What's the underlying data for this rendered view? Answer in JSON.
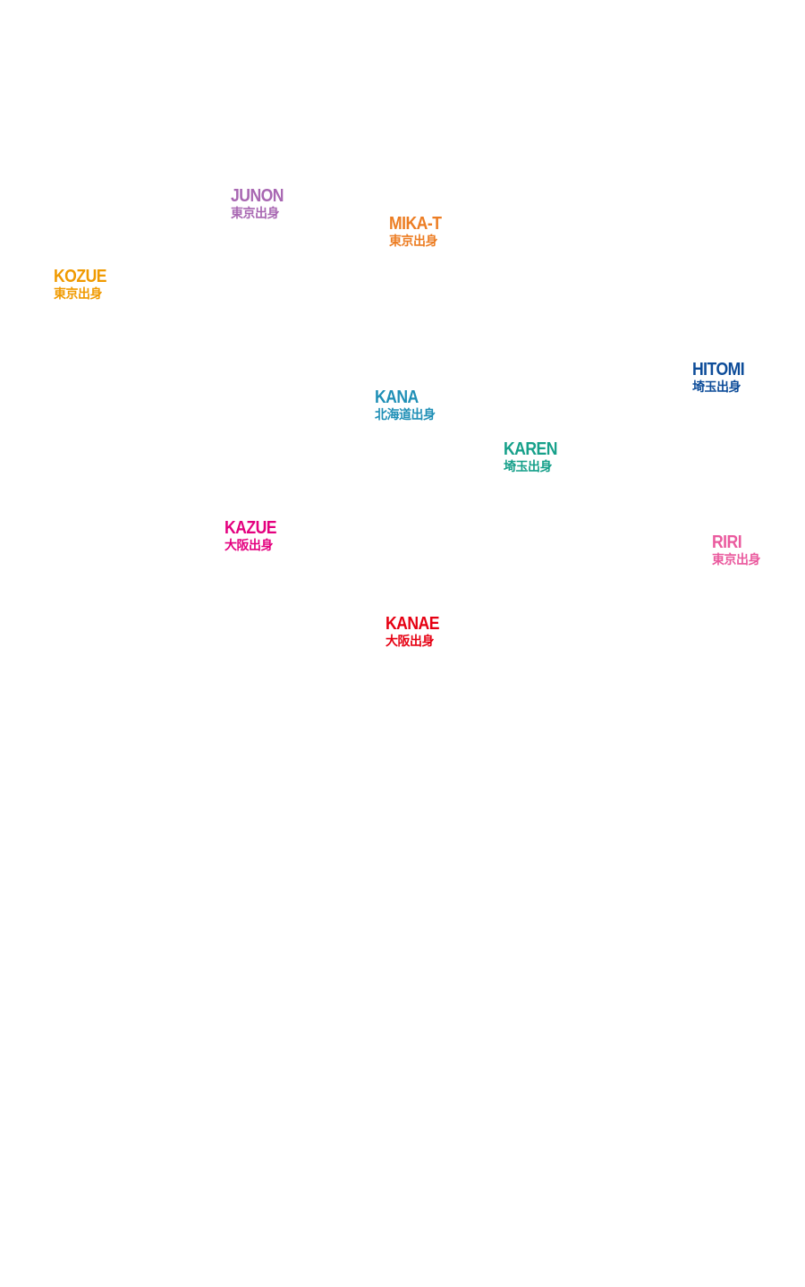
{
  "members": [
    {
      "id": "junon",
      "name": "JUNON",
      "origin": "東京出身",
      "color": "#a867b2"
    },
    {
      "id": "mikat",
      "name": "MIKA-T",
      "origin": "東京出身",
      "color": "#ec7d23"
    },
    {
      "id": "kozue",
      "name": "KOZUE",
      "origin": "東京出身",
      "color": "#f09a00"
    },
    {
      "id": "hitomi",
      "name": "HITOMI",
      "origin": "埼玉出身",
      "color": "#0d4c99"
    },
    {
      "id": "kana",
      "name": "KANA",
      "origin": "北海道出身",
      "color": "#1f8fb6"
    },
    {
      "id": "karen",
      "name": "KAREN",
      "origin": "埼玉出身",
      "color": "#16a08a"
    },
    {
      "id": "kazue",
      "name": "KAZUE",
      "origin": "大阪出身",
      "color": "#e4007f"
    },
    {
      "id": "riri",
      "name": "RIRI",
      "origin": "東京出身",
      "color": "#ea5a9e"
    },
    {
      "id": "kanae",
      "name": "KANAE",
      "origin": "大阪出身",
      "color": "#e60012"
    }
  ]
}
